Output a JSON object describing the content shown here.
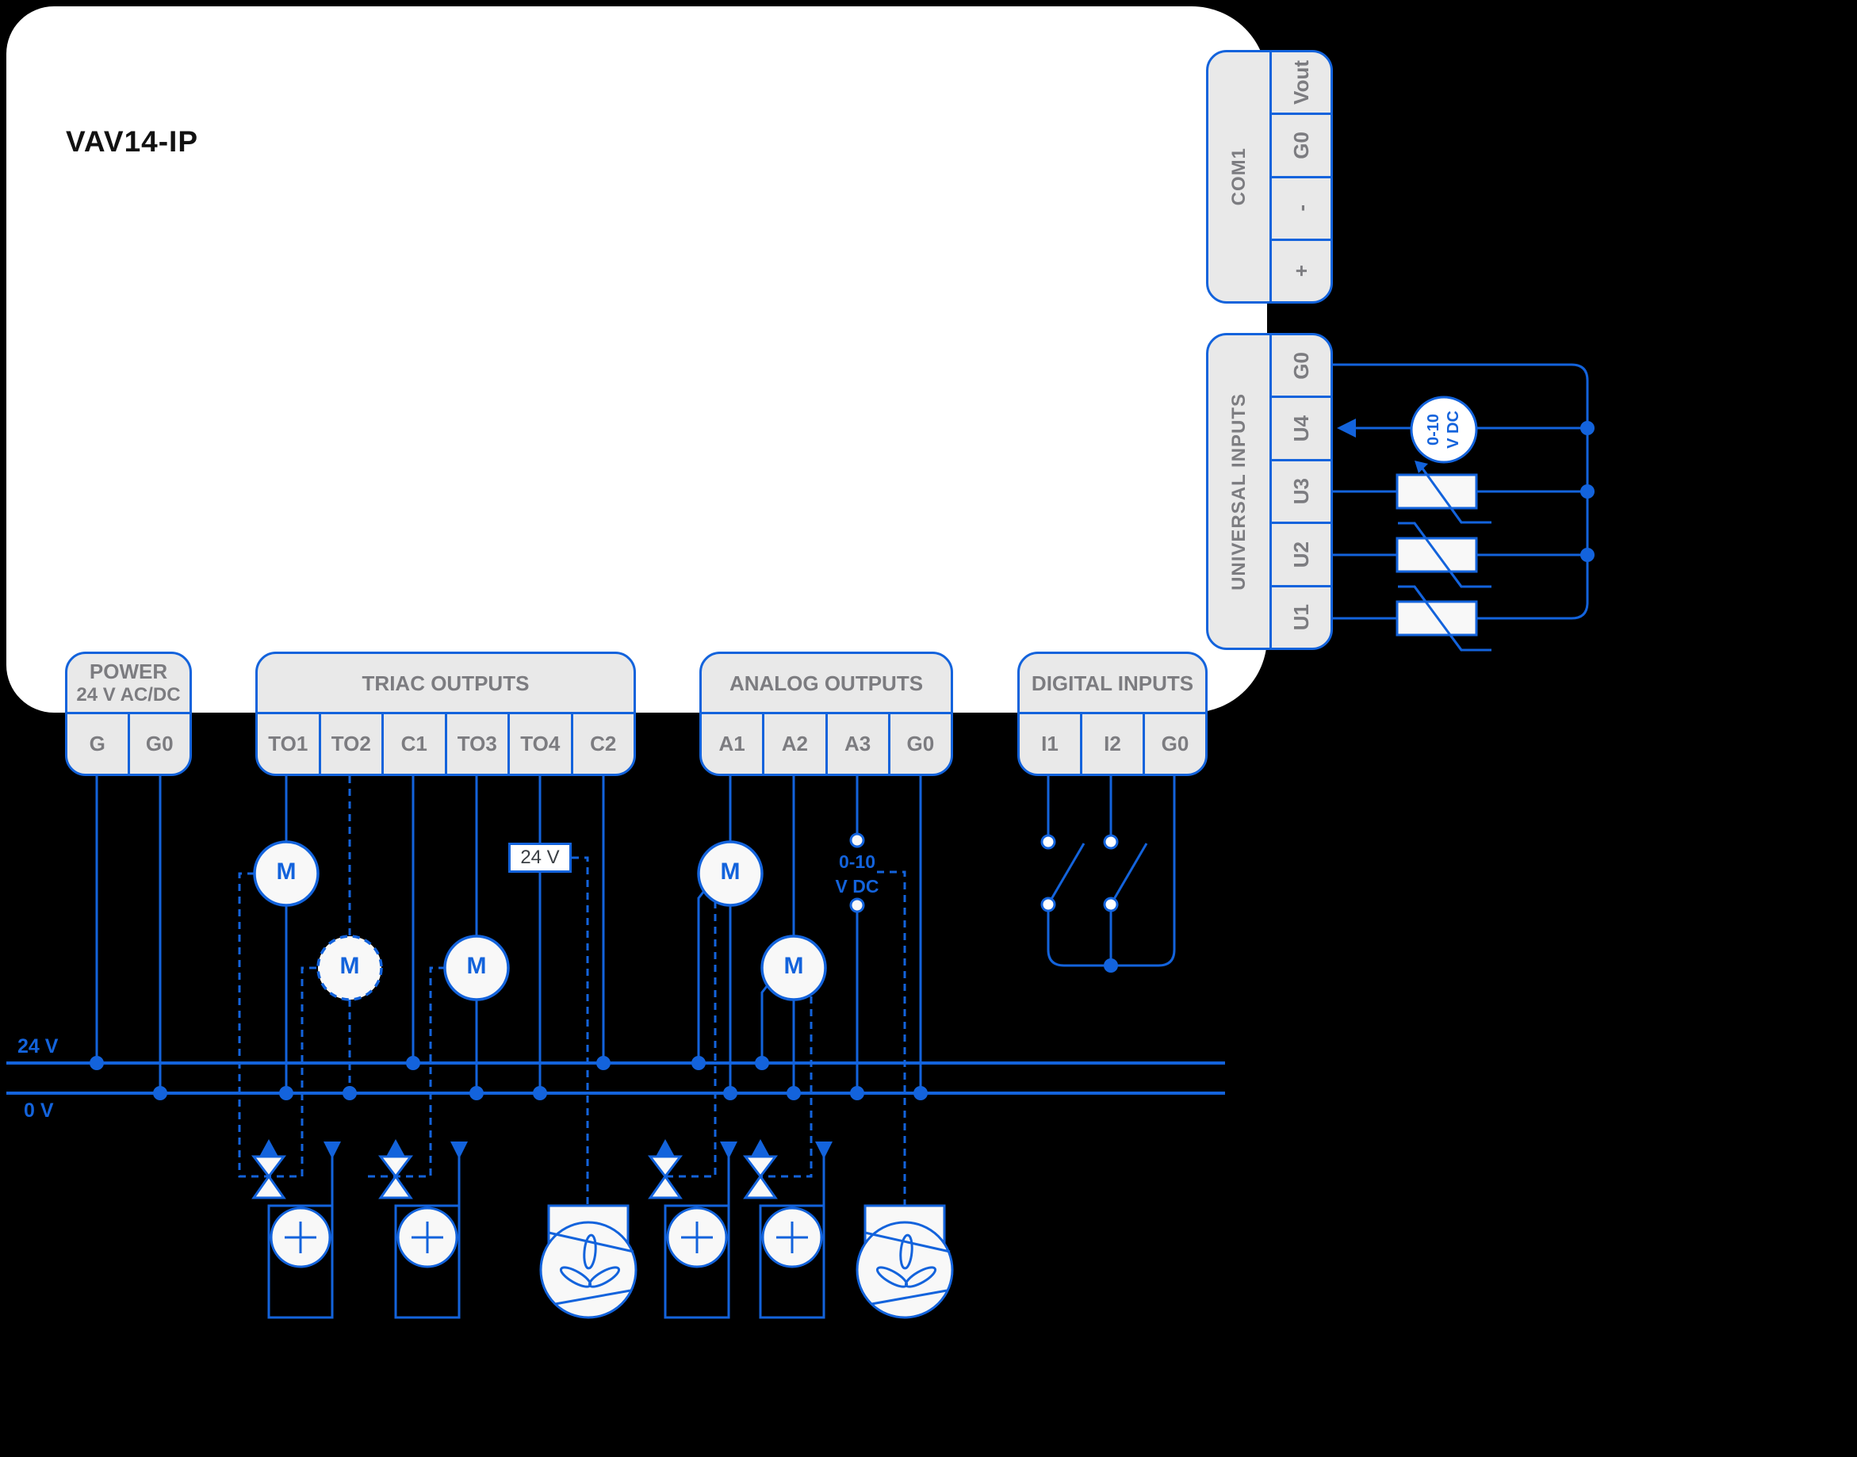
{
  "title": "VAV14-IP",
  "motor_label": "M",
  "rails": {
    "v24": "24 V",
    "v0": "0 V",
    "supply_box": "24 V"
  },
  "sources": {
    "analog_0_10": {
      "line1": "0-10",
      "line2": "V DC"
    },
    "universal_0_10": {
      "line1": "0-10",
      "line2": "V DC"
    }
  },
  "blocks": {
    "power": {
      "title_line1": "POWER",
      "title_line2": "24 V AC/DC",
      "terminals": [
        "G",
        "G0"
      ]
    },
    "triac": {
      "title": "TRIAC OUTPUTS",
      "terminals": [
        "TO1",
        "TO2",
        "C1",
        "TO3",
        "TO4",
        "C2"
      ]
    },
    "analog": {
      "title": "ANALOG OUTPUTS",
      "terminals": [
        "A1",
        "A2",
        "A3",
        "G0"
      ]
    },
    "digital": {
      "title": "DIGITAL INPUTS",
      "terminals": [
        "I1",
        "I2",
        "G0"
      ]
    },
    "com1": {
      "title": "COM1",
      "terminals": [
        "Vout",
        "G0",
        "-",
        "+"
      ]
    },
    "universal": {
      "title": "UNIVERSAL INPUTS",
      "terminals": [
        "G0",
        "U4",
        "U3",
        "U2",
        "U1"
      ]
    }
  },
  "colors": {
    "wire_blue": "#1363dc",
    "terminal_fill": "#e9e9e9",
    "terminal_text": "#7c7c80",
    "device_fill": "#ffffff",
    "background": "#000000",
    "symbol_fill": "#f8f8f8",
    "supply_box_text": "#3b4045"
  }
}
